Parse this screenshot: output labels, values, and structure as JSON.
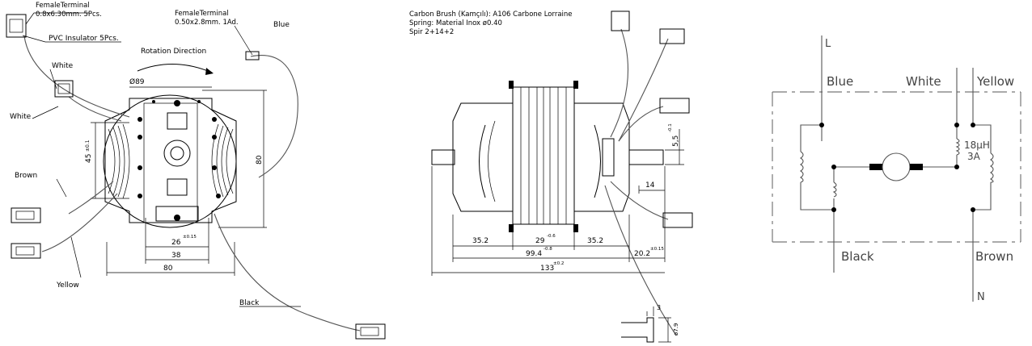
{
  "front_view": {
    "female_terminal_big": "FemaleTerminal",
    "female_terminal_big_spec": "0.8x6.30mm. 5Pcs.",
    "female_terminal_small": "FemaleTerminal",
    "female_terminal_small_spec": "0.50x2.8mm. 1Ad.",
    "pvc_insulator": "PVC Insulator 5Pcs.",
    "rotation_direction": "Rotation Direction",
    "wire_white_1": "White",
    "wire_white_2": "White",
    "wire_blue": "Blue",
    "wire_brown": "Brown",
    "wire_yellow": "Yellow",
    "wire_black": "Black",
    "dim_diameter": "Ø89",
    "dim_45": "45",
    "dim_45_tol": "±0.1",
    "dim_80_v": "80",
    "dim_26": "26",
    "dim_26_tol": "±0.15",
    "dim_38": "38",
    "dim_80_h": "80"
  },
  "side_view": {
    "note_brush": "Carbon Brush (Kamçılı): A106 Carbone Lorraine",
    "note_spring": "Spring: Material Inox ø0.40",
    "note_spir": "Spir 2+14+2",
    "dim_55": "5,5",
    "dim_55_tol": "-0.1",
    "dim_14": "14",
    "dim_35_left": "35.2",
    "dim_29": "29",
    "dim_29_tol": "-0.6",
    "dim_35_right": "35.2",
    "dim_99": "99.4",
    "dim_99_tol": "-0.8",
    "dim_20": "20.2",
    "dim_20_tol": "±0.15",
    "dim_133": "133",
    "dim_133_tol": "±0.2",
    "dim_pin_3": "3",
    "dim_pin_d": "ø7.9"
  },
  "schematic": {
    "label_l": "L",
    "label_n": "N",
    "label_blue": "Blue",
    "label_white": "White",
    "label_yellow": "Yellow",
    "label_black": "Black",
    "label_brown": "Brown",
    "inductor_value": "18µH",
    "inductor_current": "3A"
  }
}
